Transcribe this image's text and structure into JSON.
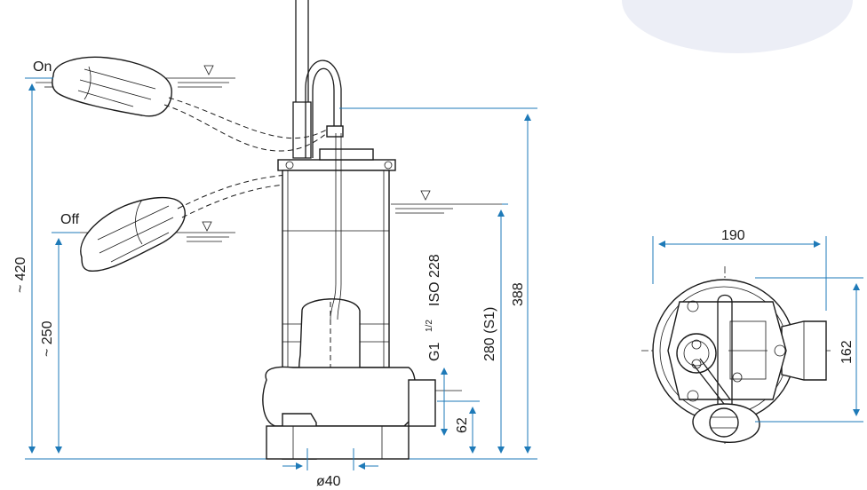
{
  "labels": {
    "on": "On",
    "off": "Off",
    "dim_420": "~ 420",
    "dim_250": "~ 250",
    "dim_388": "388",
    "dim_280": "280 (S1)",
    "dim_thread_a": "G1",
    "dim_thread_frac": "1/2",
    "dim_thread_b": "ISO 228",
    "dim_62": "62",
    "dim_40": "ø40",
    "dim_190": "190",
    "dim_162": "162"
  },
  "colors": {
    "dimension": "#1e7ab8",
    "line": "#1a1a1a",
    "watermark": "#e8eaf4"
  }
}
